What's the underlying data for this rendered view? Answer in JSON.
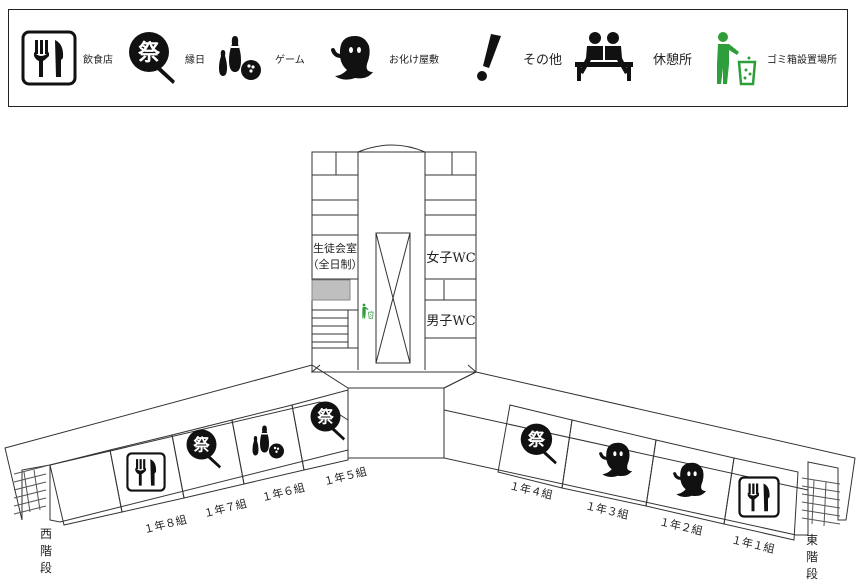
{
  "legend": {
    "items": [
      {
        "key": "food",
        "label": "飲食店"
      },
      {
        "key": "festival",
        "label": "縁日"
      },
      {
        "key": "game",
        "label": "ゲーム"
      },
      {
        "key": "haunted",
        "label": "お化け屋敷"
      },
      {
        "key": "other",
        "label": "その他"
      },
      {
        "key": "rest",
        "label": "休憩所"
      },
      {
        "key": "trash",
        "label": "ゴミ箱設置場所"
      }
    ],
    "festival_glyph": "祭",
    "trash_color": "#2e9e3a"
  },
  "map": {
    "student_council_room": "生徒会室",
    "student_council_note": "（全日制）",
    "womens_wc": "女子WC",
    "mens_wc": "男子WC",
    "west_stairs": [
      "西",
      "階",
      "段"
    ],
    "east_stairs": [
      "東",
      "階",
      "段"
    ],
    "classrooms": [
      {
        "id": "1-8",
        "label": "１年８組",
        "icon": "food"
      },
      {
        "id": "1-7",
        "label": "１年７組",
        "icon": "festival"
      },
      {
        "id": "1-6",
        "label": "１年６組",
        "icon": "game"
      },
      {
        "id": "1-5",
        "label": "１年５組",
        "icon": "festival"
      },
      {
        "id": "1-4",
        "label": "１年４組",
        "icon": "festival"
      },
      {
        "id": "1-3",
        "label": "１年３組",
        "icon": "haunted"
      },
      {
        "id": "1-2",
        "label": "１年２組",
        "icon": "haunted"
      },
      {
        "id": "1-1",
        "label": "１年１組",
        "icon": "food"
      }
    ]
  }
}
